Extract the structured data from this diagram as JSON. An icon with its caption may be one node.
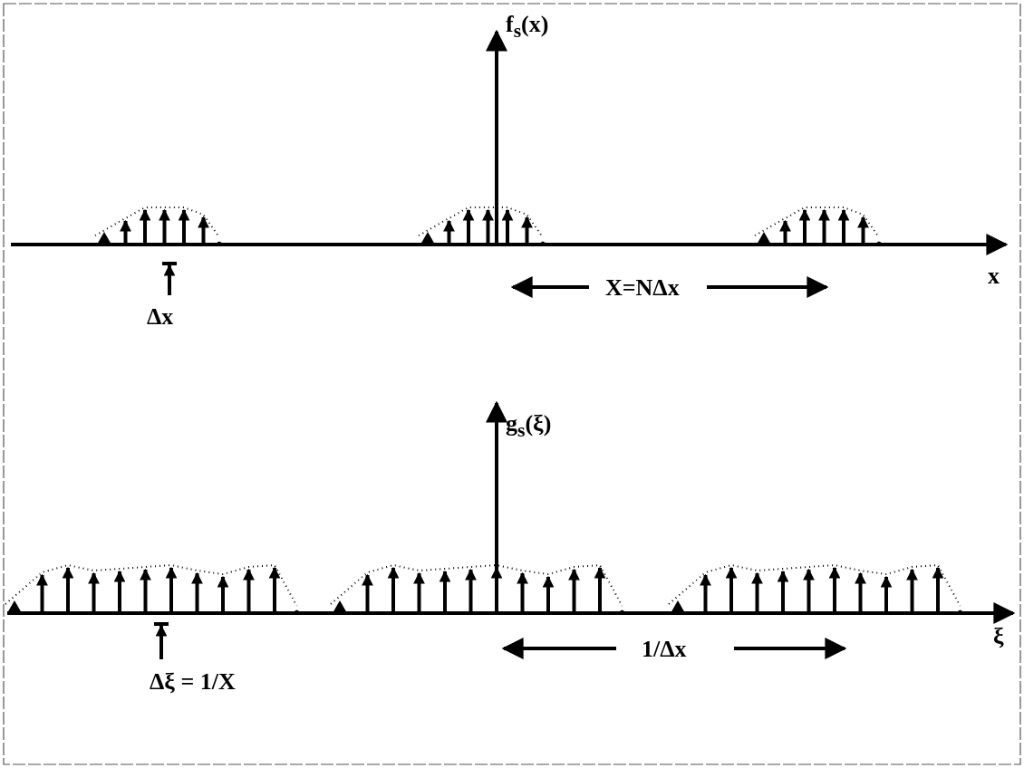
{
  "diagram": {
    "labels": [
      "f$_{s}$(x)",
      "x",
      "X=NΔx",
      "Δx",
      "g$_{s}$(ξ)",
      "ξ",
      "1/Δx",
      "Δξ = 1/X"
    ]
  }
}
